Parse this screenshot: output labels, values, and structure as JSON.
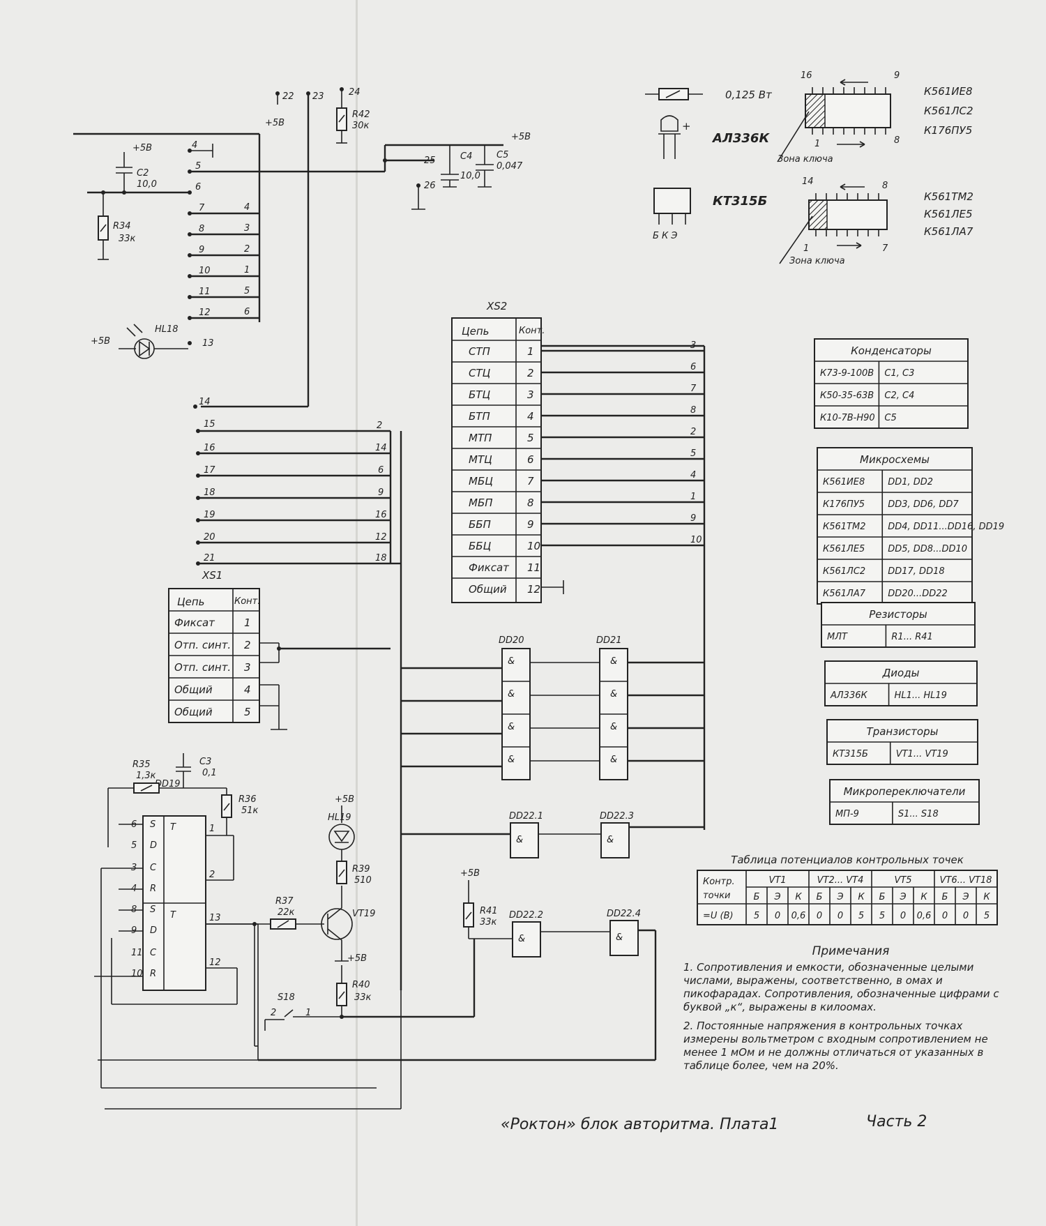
{
  "components": {
    "resistor_rating": "0,125 Вт",
    "led_type": "АЛ336К",
    "transistor_type": "КТ315Б",
    "transistor_pins": "Б К Э",
    "ic16_types": [
      "К561ИЕ8",
      "К561ЛС2",
      "К176ПУ5"
    ],
    "ic16_pins": {
      "top_left": "16",
      "top_right": "9",
      "bot_left": "1",
      "bot_right": "8"
    },
    "ic14_types": [
      "К561ТМ2",
      "К561ЛЕ5",
      "К561ЛА7"
    ],
    "ic14_pins": {
      "top_left": "14",
      "top_right": "8",
      "bot_left": "1",
      "bot_right": "7"
    },
    "key_zone": "Зона ключа"
  },
  "tables": {
    "capacitors": {
      "title": "Конденсаторы",
      "rows": [
        [
          "К73-9-100В",
          "С1, С3"
        ],
        [
          "К50-35-63В",
          "С2, С4"
        ],
        [
          "К10-7В-Н90",
          "С5"
        ]
      ]
    },
    "ics": {
      "title": "Микросхемы",
      "rows": [
        [
          "К561ИЕ8",
          "DD1, DD2"
        ],
        [
          "К176ПУ5",
          "DD3, DD6, DD7"
        ],
        [
          "К561ТМ2",
          "DD4, DD11...DD16, DD19"
        ],
        [
          "К561ЛЕ5",
          "DD5, DD8...DD10"
        ],
        [
          "К561ЛС2",
          "DD17, DD18"
        ],
        [
          "К561ЛА7",
          "DD20...DD22"
        ]
      ]
    },
    "resistors": {
      "title": "Резисторы",
      "rows": [
        [
          "МЛТ",
          "R1... R41"
        ]
      ]
    },
    "diodes": {
      "title": "Диоды",
      "rows": [
        [
          "АЛ336К",
          "HL1... HL19"
        ]
      ]
    },
    "transistors": {
      "title": "Транзисторы",
      "rows": [
        [
          "КТ315Б",
          "VT1... VT19"
        ]
      ]
    },
    "switches": {
      "title": "Микропереключатели",
      "rows": [
        [
          "МП-9",
          "S1... S18"
        ]
      ]
    }
  },
  "potentials": {
    "title": "Таблица потенциалов контрольных точек",
    "row_head": [
      "Контр.",
      "точки"
    ],
    "groups": [
      "VT1",
      "VT2... VT4",
      "VT5",
      "VT6... VT18"
    ],
    "sub": [
      "Б",
      "Э",
      "К",
      "Б",
      "Э",
      "К",
      "Б",
      "Э",
      "К",
      "Б",
      "Э",
      "К"
    ],
    "row_label": "=U (В)",
    "values": [
      "5",
      "0",
      "0,6",
      "0",
      "0",
      "5",
      "5",
      "0",
      "0,6",
      "0",
      "0",
      "5"
    ]
  },
  "xs2": {
    "title": "XS2",
    "head": [
      "Цепь",
      "Конт."
    ],
    "rows": [
      [
        "СТП",
        "1"
      ],
      [
        "СТЦ",
        "2"
      ],
      [
        "БТЦ",
        "3"
      ],
      [
        "БТП",
        "4"
      ],
      [
        "МТП",
        "5"
      ],
      [
        "МТЦ",
        "6"
      ],
      [
        "МБЦ",
        "7"
      ],
      [
        "МБП",
        "8"
      ],
      [
        "ББП",
        "9"
      ],
      [
        "ББЦ",
        "10"
      ],
      [
        "Фиксат",
        "11"
      ],
      [
        "Общий",
        "12"
      ]
    ],
    "bus_labels": [
      "3",
      "6",
      "7",
      "8",
      "2",
      "5",
      "4",
      "1",
      "9",
      "10"
    ]
  },
  "xs1": {
    "title": "XS1",
    "head": [
      "Цепь",
      "Конт."
    ],
    "rows": [
      [
        "Фиксат",
        "1"
      ],
      [
        "Отп. синт.",
        "2"
      ],
      [
        "Отп. синт.",
        "3"
      ],
      [
        "Общий",
        "4"
      ],
      [
        "Общий",
        "5"
      ]
    ]
  },
  "connector": {
    "pins_top": [
      "22",
      "23",
      "24"
    ],
    "plus5": "+5В",
    "pins_left": [
      "4",
      "5",
      "6",
      "7",
      "8",
      "9",
      "10",
      "11",
      "12",
      "13"
    ],
    "bus_right": [
      "4",
      "3",
      "2",
      "1",
      "5",
      "6"
    ],
    "pins_lower": [
      "14",
      "15",
      "16",
      "17",
      "18",
      "19",
      "20",
      "21"
    ],
    "bus_lower": [
      "2",
      "14",
      "6",
      "9",
      "16",
      "12",
      "18"
    ],
    "pins_cap": [
      "25",
      "26"
    ]
  },
  "parts": {
    "r42": "R42",
    "r42v": "30к",
    "c2": "С2",
    "c2v": "10,0",
    "r34": "R34",
    "r34v": "33к",
    "hl18": "HL18",
    "c4": "С4",
    "c4v": "10,0",
    "c5": "С5",
    "c5v": "0,047",
    "r35": "R35",
    "r35v": "1,3к",
    "c3": "С3",
    "c3v": "0,1",
    "r36": "R36",
    "r36v": "51к",
    "dd19": "DD19",
    "hl19": "HL19",
    "r39": "R39",
    "r39v": "510",
    "r37": "R37",
    "r37v": "22к",
    "vt19": "VT19",
    "r40": "R40",
    "r40v": "33к",
    "s18": "S18",
    "r41": "R41",
    "r41v": "33к",
    "dd20": "DD20",
    "dd21": "DD21",
    "dd22_1": "DD22.1",
    "dd22_2": "DD22.2",
    "dd22_3": "DD22.3",
    "dd22_4": "DD22.4",
    "gate_sym": "&",
    "ff_t": "T"
  },
  "notes": {
    "title": "Примечания",
    "n1": "1. Сопротивления и емкости, обозначенные целыми числами, выражены, соответственно, в омах и пикофарадах. Сопротивления, обозначенные цифрами с буквой „к“, выражены в килоомах.",
    "n2": "2. Постоянные напряжения в контрольных точках измерены вольтметром с входным сопротивлением не менее 1 мОм и не должны отличаться от указанных в таблице более, чем на 20%."
  },
  "caption": {
    "main": "«Роктон» блок авторитма. Плата1",
    "part": "Часть 2"
  }
}
